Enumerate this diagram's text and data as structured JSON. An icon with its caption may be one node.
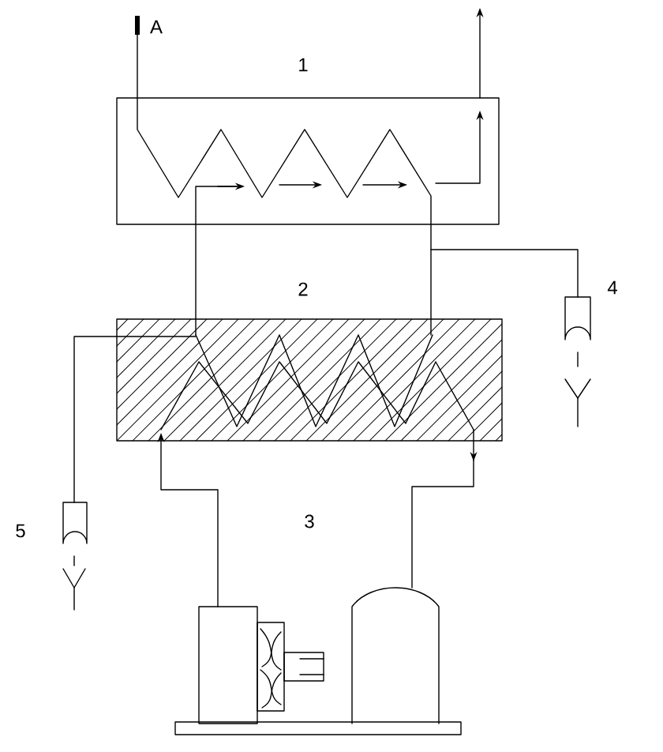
{
  "diagram": {
    "labels": [
      "A",
      "1",
      "2",
      "4",
      "3",
      "5"
    ]
  }
}
